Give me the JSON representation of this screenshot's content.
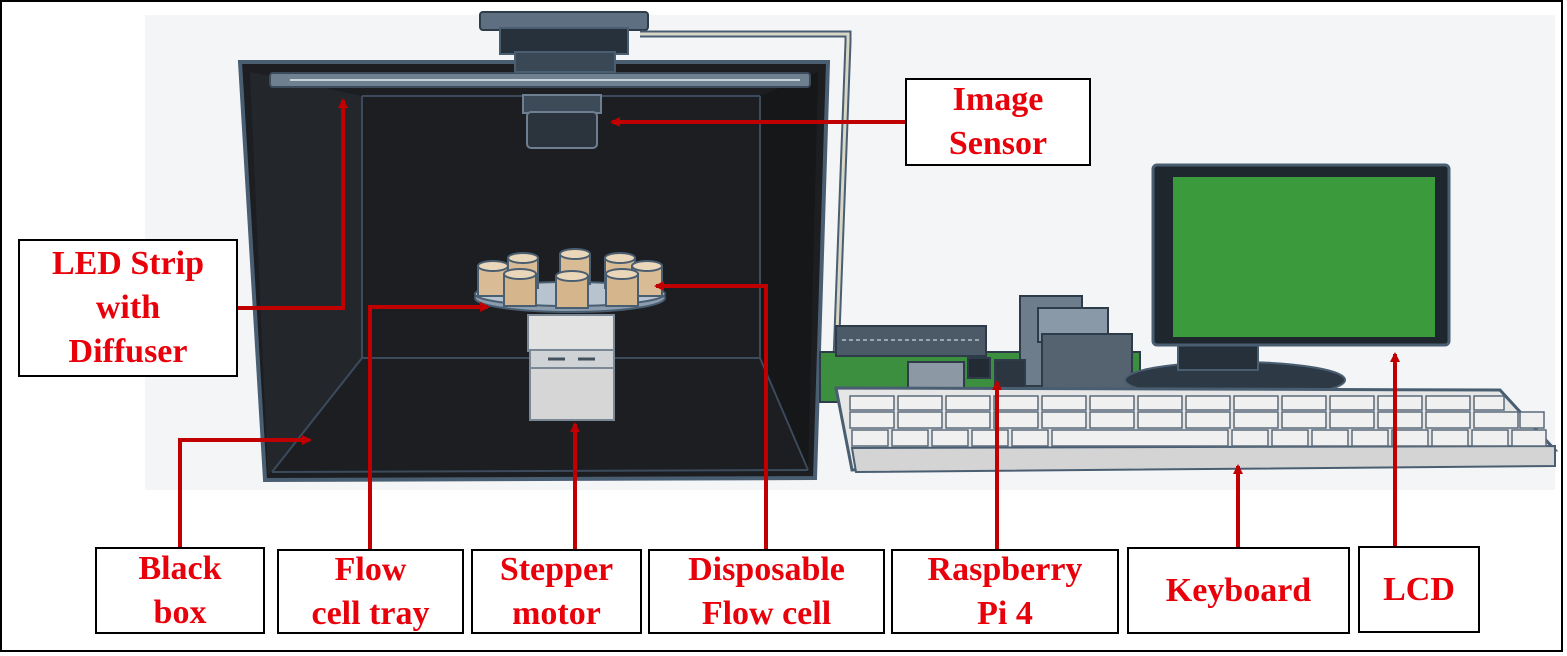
{
  "labels": {
    "image_sensor": "Image\nSensor",
    "led_strip": "LED Strip\nwith\nDiffuser",
    "black_box": "Black\nbox",
    "flow_cell_tray": "Flow\ncell tray",
    "stepper_motor": "Stepper\nmotor",
    "disposable_flow_cell": "Disposable\nFlow cell",
    "raspberry_pi": "Raspberry\nPi 4",
    "keyboard": "Keyboard",
    "lcd": "LCD"
  },
  "colors": {
    "label_text": "#e8000b",
    "arrow": "#c00000",
    "box_interior": "#1c1e22",
    "box_edge": "#4a5e72",
    "screen": "#3a9a3c",
    "flow_cell": "#d9bc95"
  }
}
